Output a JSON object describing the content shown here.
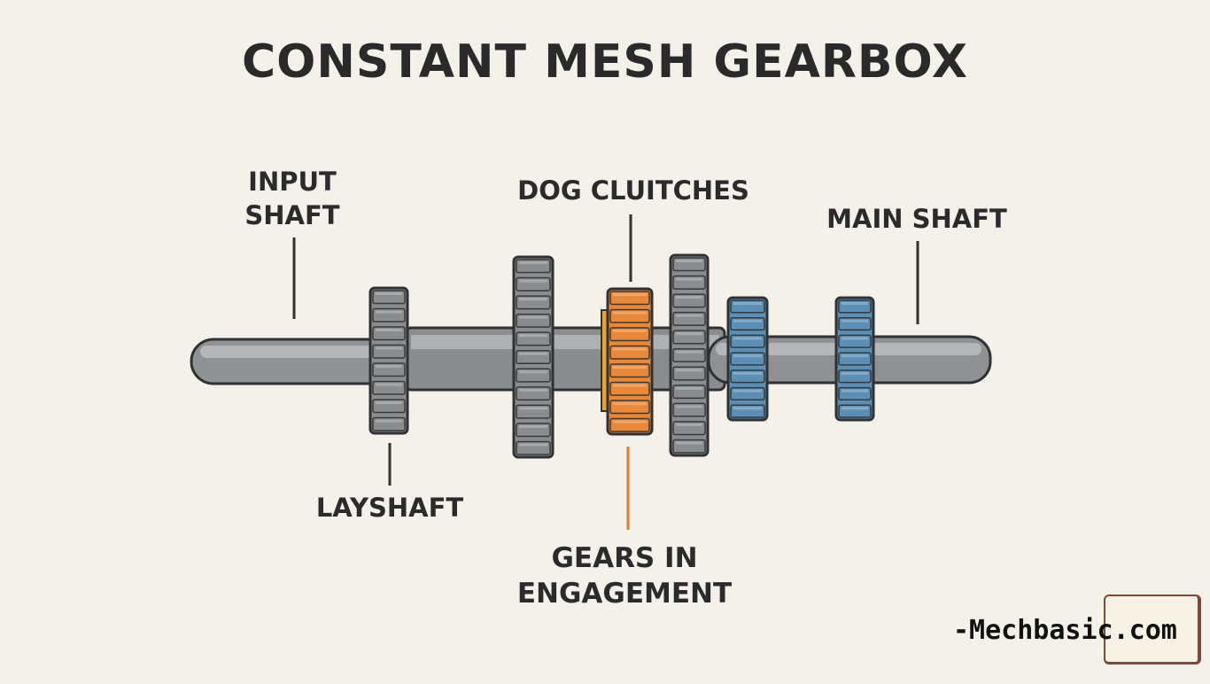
{
  "title": "CONSTANT MESH GEARBOX",
  "labels": {
    "input_shaft": [
      "INPUT",
      "SHAFT"
    ],
    "dog_clutches": "DOG CLUITCHES",
    "main_shaft": "MAIN SHAFT",
    "layshaft": "LAYSHAFT",
    "gears_in_engagement": [
      "GEARS IN",
      "ENGAGEMENT"
    ]
  },
  "watermark": "-Mechbasic.com",
  "colors": {
    "background": "#f4f1ea",
    "shaft": "#8f9193",
    "gear_gray": "#8a8c8e",
    "gear_orange": "#e8883a",
    "gear_blue": "#5b8fb5",
    "outline": "#2f3133",
    "leader_orange": "#e07b2a"
  }
}
